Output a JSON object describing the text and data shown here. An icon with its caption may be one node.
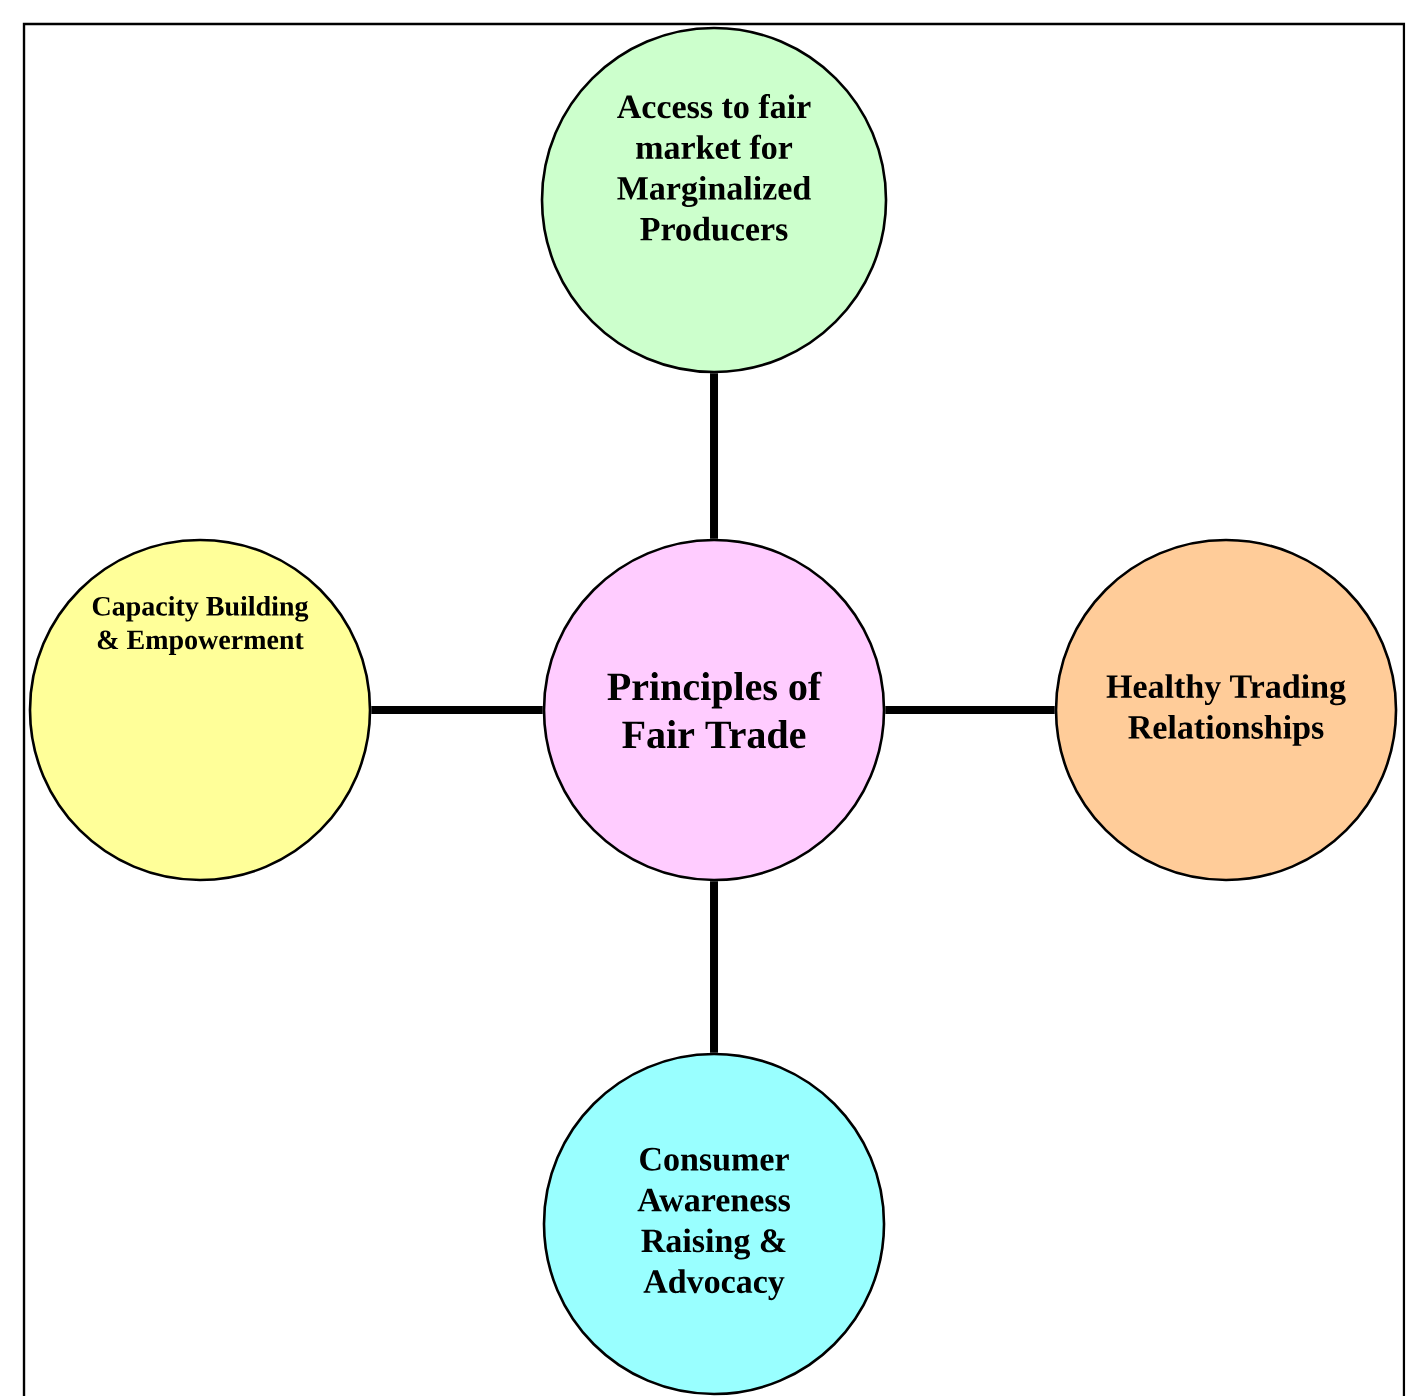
{
  "diagram": {
    "nodes": [
      {
        "text": [
          "Access to fair market for Marginalized Producers"
        ]
      },
      {
        "text": [
          "Capacity Building & Empowerment"
        ]
      },
      {
        "text": [
          "Principles of Fair Trade"
        ]
      },
      {
        "text": [
          "Healthy Trading Relationships"
        ]
      },
      {
        "text": [
          "Consumer Awareness Raising & Advocacy"
        ]
      }
    ],
    "edges": [
      {
        "from": 2,
        "to": 0,
        "arrow": "none"
      },
      {
        "from": 2,
        "to": 1,
        "arrow": "none"
      },
      {
        "from": 2,
        "to": 3,
        "arrow": "none"
      },
      {
        "from": 2,
        "to": 4,
        "arrow": "none"
      }
    ]
  }
}
